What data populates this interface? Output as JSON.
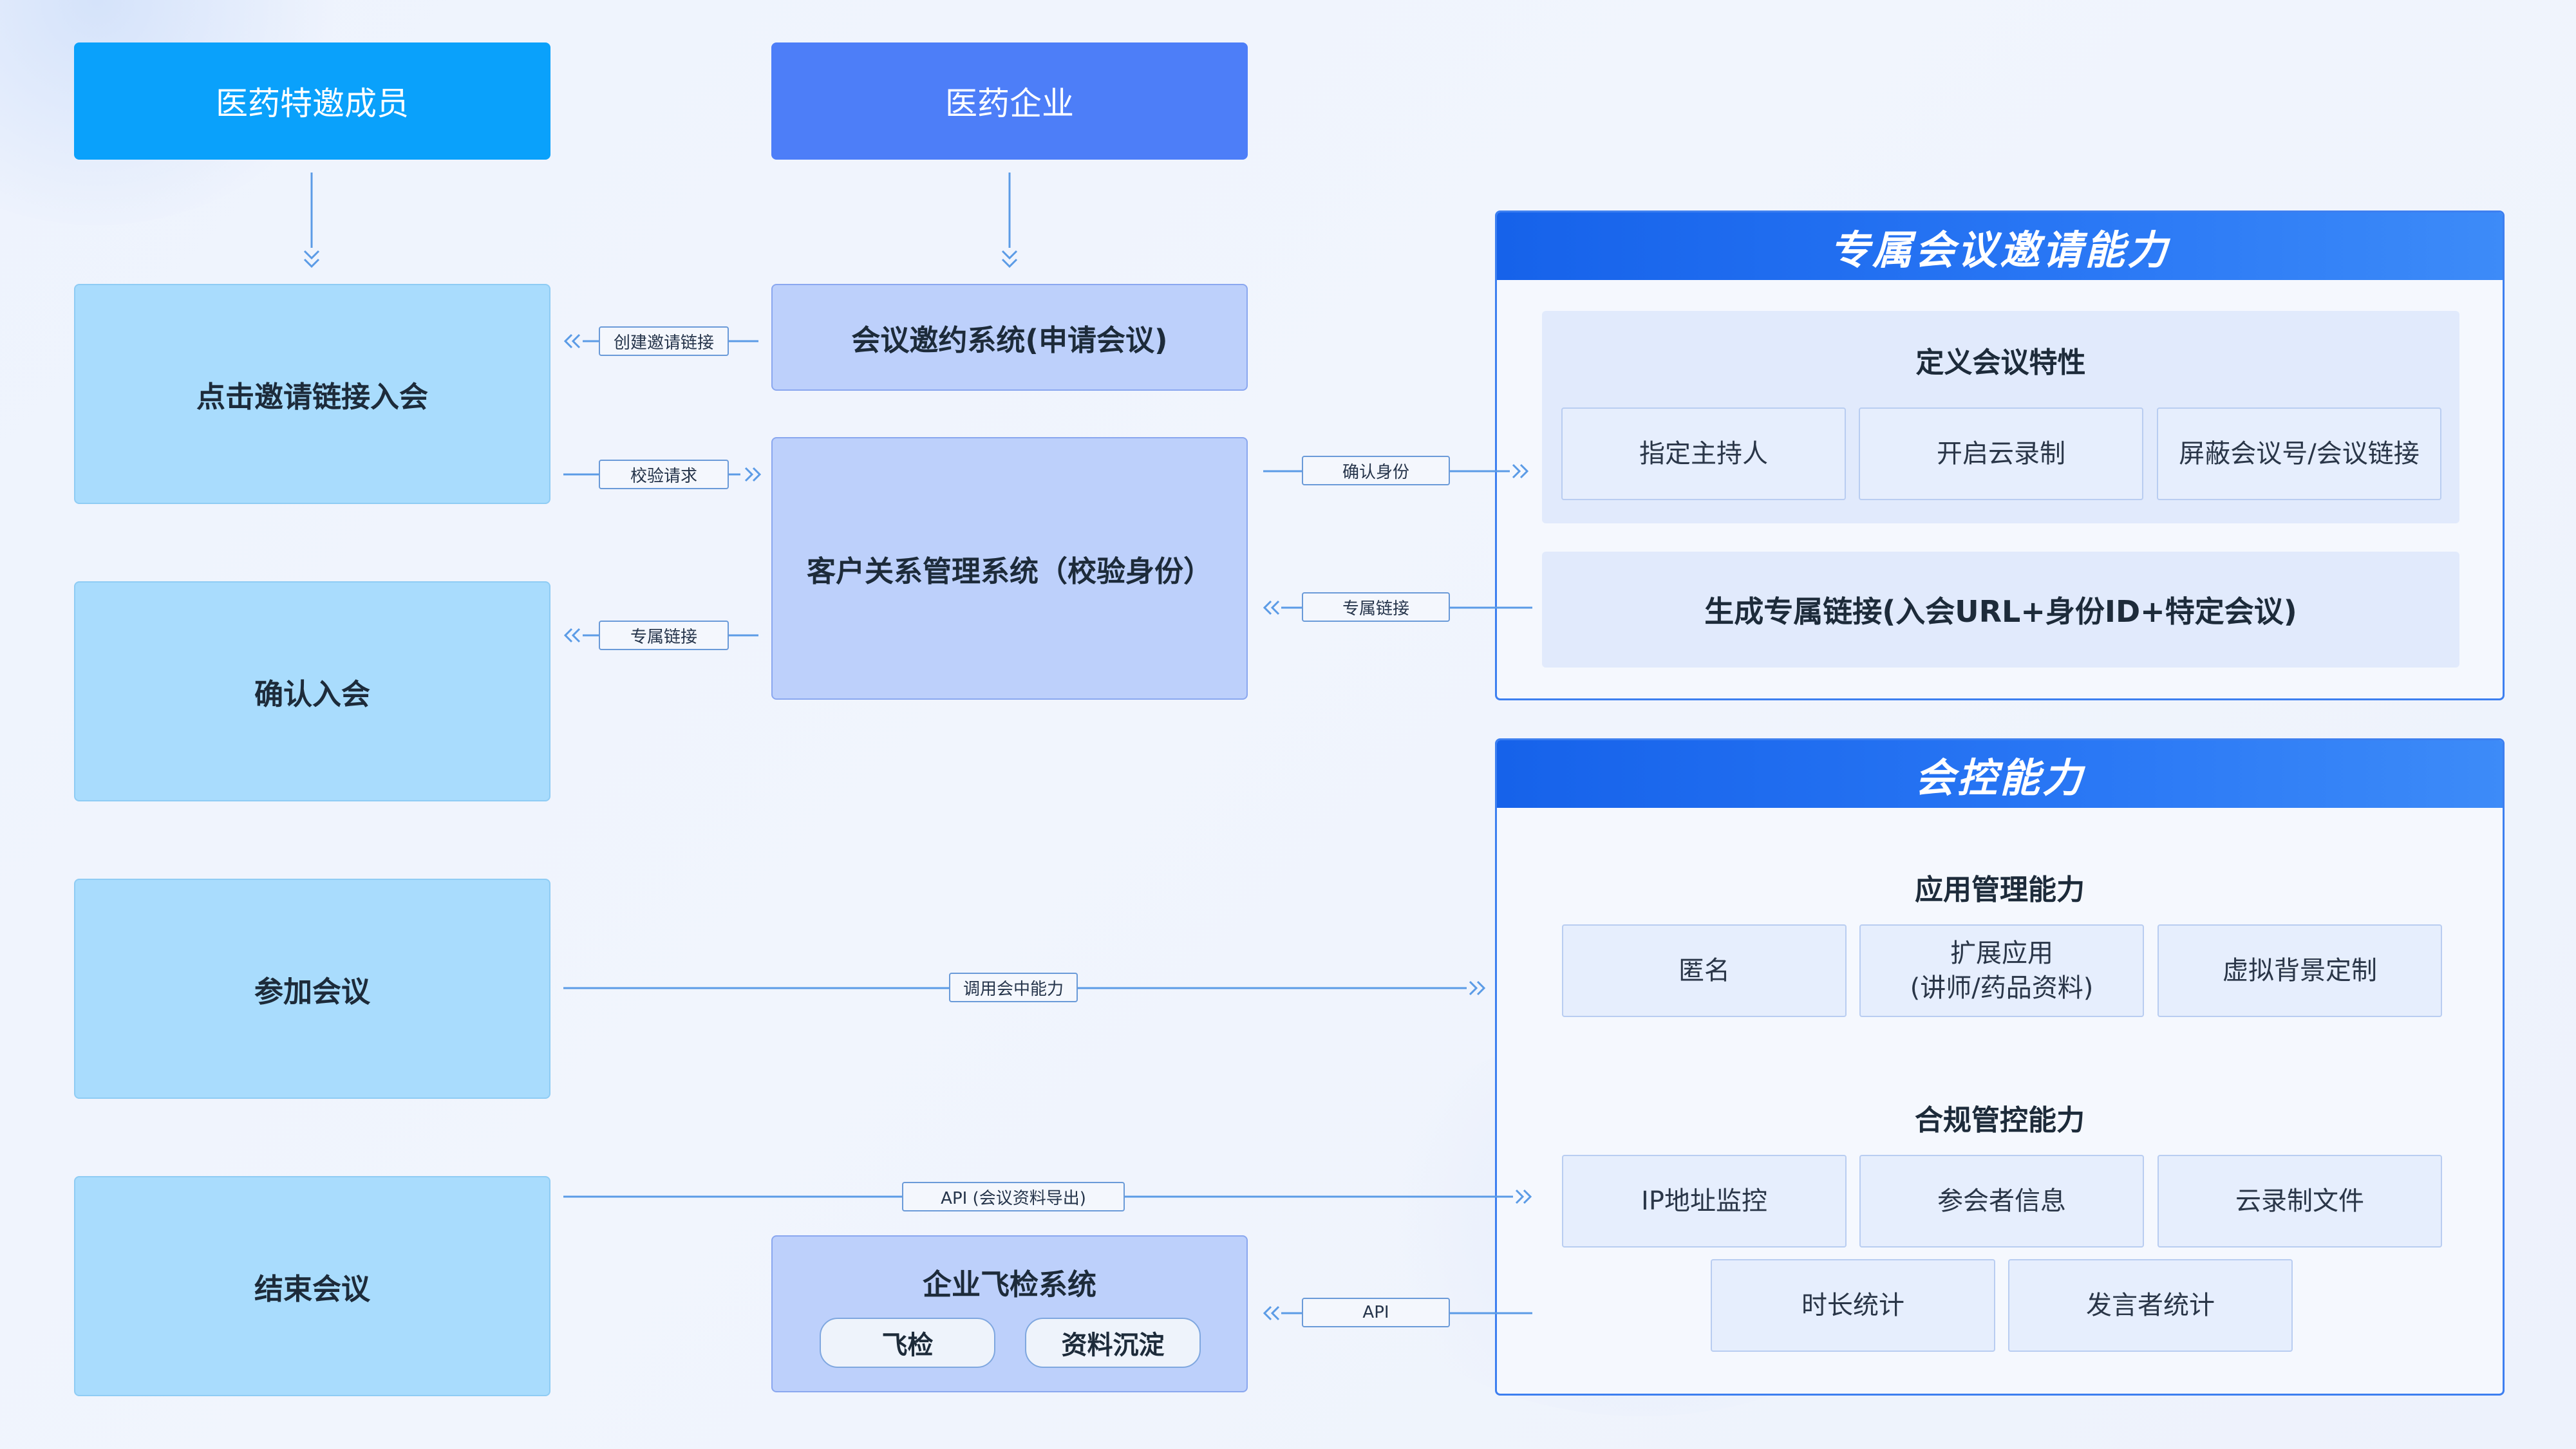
{
  "top": {
    "member": "医药特邀成员",
    "enterprise": "医药企业"
  },
  "left": {
    "click_link": "点击邀请链接入会",
    "confirm": "确认入会",
    "join": "参加会议",
    "end": "结束会议"
  },
  "middle": {
    "invite_system": "会议邀约系统(申请会议)",
    "crm": "客户关系管理系统（校验身份）",
    "inspection": {
      "title": "企业飞检系统",
      "btn_inspect": "飞检",
      "btn_archive": "资料沉淀"
    }
  },
  "connectors": {
    "create_link": "创建邀请链接",
    "verify_request": "校验请求",
    "exclusive_link_left": "专属链接",
    "confirm_identity": "确认身份",
    "exclusive_link_right": "专属链接",
    "invoke_in_meeting": "调用会中能力",
    "api_export": "API (会议资料导出)",
    "api": "API"
  },
  "invite_panel": {
    "title": "专属会议邀请能力",
    "define_title": "定义会议特性",
    "features": [
      "指定主持人",
      "开启云录制",
      "屏蔽会议号/会议链接"
    ],
    "generate_link": "生成专属链接(入会URL+身份ID+特定会议)"
  },
  "control_panel": {
    "title": "会控能力",
    "app_title": "应用管理能力",
    "app_features": [
      "匿名",
      "扩展应用",
      "(讲师/药品资料)",
      "虚拟背景定制"
    ],
    "compliance_title": "合规管控能力",
    "compliance_row1": [
      "IP地址监控",
      "参会者信息",
      "云录制文件"
    ],
    "compliance_row2": [
      "时长统计",
      "发言者统计"
    ]
  },
  "colors": {
    "member_blue": "#0aa1fb",
    "enterprise_blue": "#4d7ef8",
    "panel_blue": "#1662ea",
    "connector": "#5b9be6"
  }
}
